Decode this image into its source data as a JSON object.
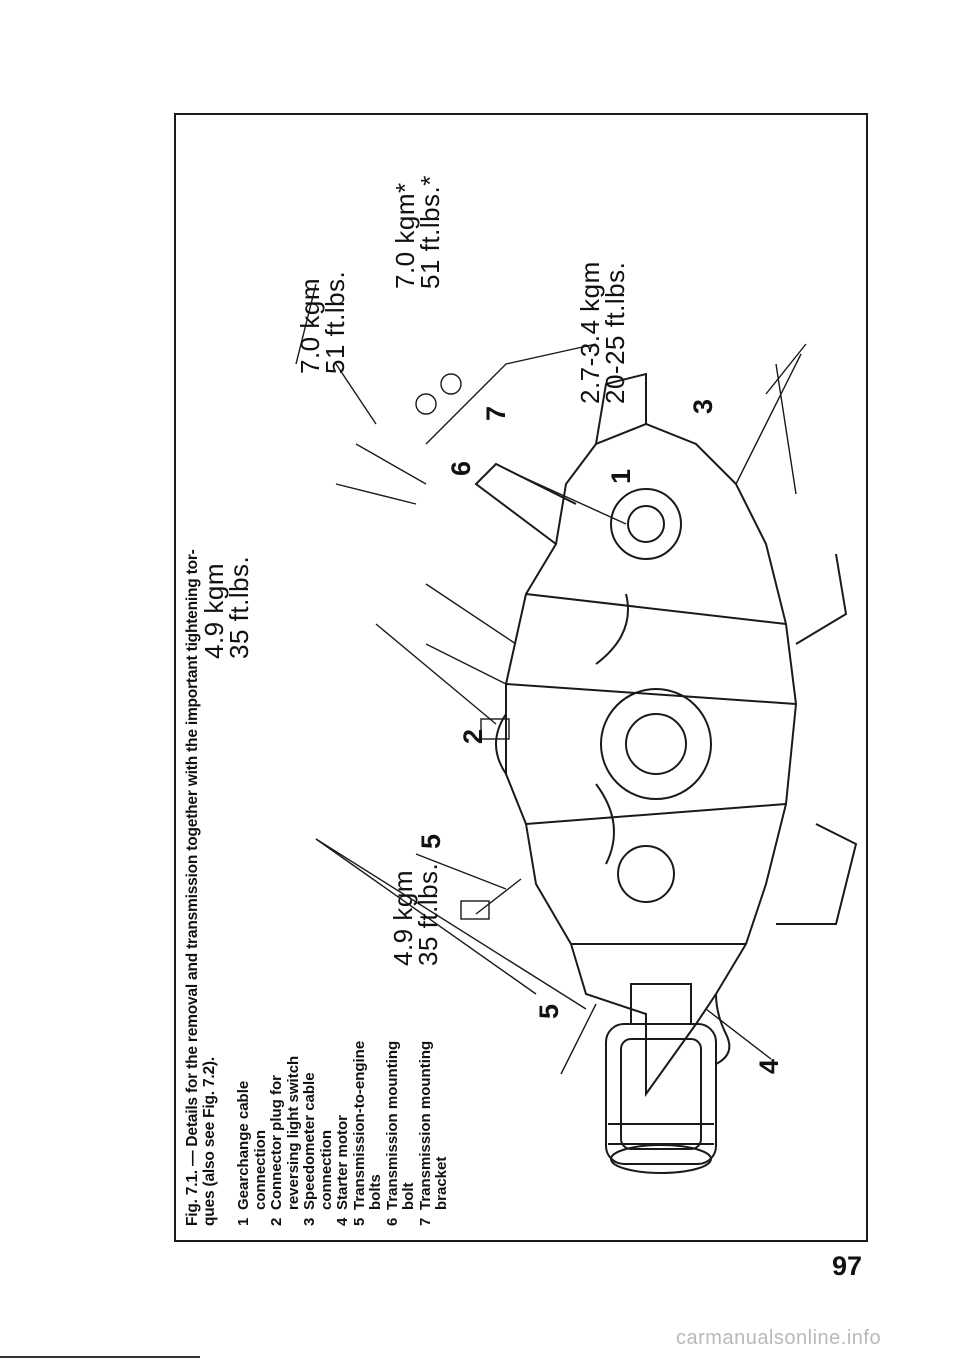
{
  "caption": "Fig. 7.1. — Details for the removal and transmission together with the important tightening tor-ques (also see Fig. 7.2).",
  "legend": [
    {
      "num": "1",
      "text": "Gearchange cable connection"
    },
    {
      "num": "2",
      "text": "Connector plug for reversing light switch"
    },
    {
      "num": "3",
      "text": "Speedometer cable connection"
    },
    {
      "num": "4",
      "text": "Starter motor"
    },
    {
      "num": "5",
      "text": "Transmission-to-engine bolts"
    },
    {
      "num": "6",
      "text": "Transmission mounting bolt"
    },
    {
      "num": "7",
      "text": "Transmission mounting bracket"
    }
  ],
  "torques": {
    "t1": {
      "kgm": "4.9 kgm",
      "ftlbs": "35 ft.lbs."
    },
    "t2": {
      "kgm": "4.9 kgm",
      "ftlbs": "35 ft.lbs."
    },
    "t3": {
      "kgm": "7.0 kgm",
      "ftlbs": "51 ft.lbs."
    },
    "t4": {
      "kgm": "7.0 kgm*",
      "ftlbs": "51 ft.lbs.*"
    },
    "t5": {
      "kgm": "2.7-3.4 kgm",
      "ftlbs": "20-25 ft.lbs."
    }
  },
  "callouts": {
    "c1": "1",
    "c2": "2",
    "c3": "3",
    "c4": "4",
    "c5a": "5",
    "c5b": "5",
    "c6": "6",
    "c7": "7"
  },
  "page_number": "97",
  "footer": "carmanualsonline.info"
}
